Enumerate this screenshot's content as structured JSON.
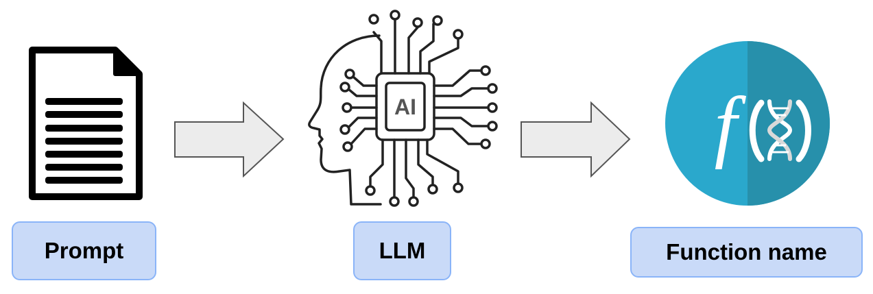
{
  "nodes": {
    "prompt": {
      "label": "Prompt",
      "icon": "document-icon"
    },
    "llm": {
      "label": "LLM",
      "icon": "ai-brain-chip-icon",
      "chip_text": "AI"
    },
    "function": {
      "label": "Function name",
      "icon": "function-dna-icon",
      "symbol": "f"
    }
  },
  "colors": {
    "box_fill": "#c9daf8",
    "box_border": "#8ab4f8",
    "arrow_fill": "#ececec",
    "arrow_stroke": "#555555",
    "circle_light": "#2aa8cc",
    "circle_dark": "#2790ab"
  }
}
